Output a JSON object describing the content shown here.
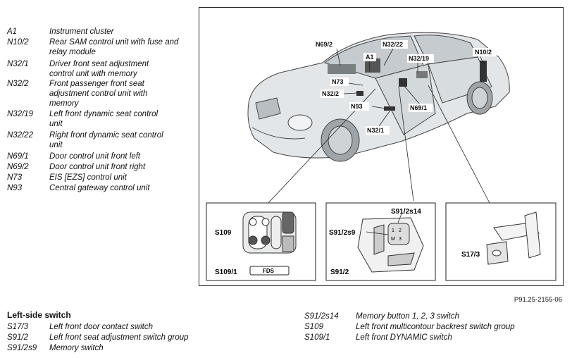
{
  "legend": [
    {
      "code": "A1",
      "desc": "Instrument cluster"
    },
    {
      "code": "N10/2",
      "desc": "Rear SAM control unit with fuse and relay module"
    },
    {
      "code": "N32/1",
      "desc": "Driver front seat adjustment control unit with memory"
    },
    {
      "code": "N32/2",
      "desc": "Front passenger front seat adjustment control unit with memory"
    },
    {
      "code": "N32/19",
      "desc": "Left front dynamic seat control unit"
    },
    {
      "code": "N32/22",
      "desc": "Right front dynamic seat control unit"
    },
    {
      "code": "N69/1",
      "desc": "Door control unit front left"
    },
    {
      "code": "N69/2",
      "desc": "Door control unit front right"
    },
    {
      "code": "N73",
      "desc": "EIS [EZS] control unit"
    },
    {
      "code": "N93",
      "desc": "Central gateway control unit"
    }
  ],
  "diagram": {
    "labels": {
      "n69_2": "N69/2",
      "a1": "A1",
      "n32_22": "N32/22",
      "n32_19": "N32/19",
      "n10_2": "N10/2",
      "n73": "N73",
      "n32_2": "N32/2",
      "n93": "N93",
      "n69_1": "N69/1",
      "n32_1": "N32/1"
    },
    "insets": {
      "s109": "S109",
      "s109_1": "S109/1",
      "fds": "FDS",
      "s91_2s14": "S91/2s14",
      "s91_2s9": "S91/2s9",
      "s91_2": "S91/2",
      "memory_buttons": [
        "1",
        "2",
        "3",
        "M"
      ],
      "s17_3": "S17/3"
    }
  },
  "reference": "P91.25-2155-06",
  "bottom": {
    "title": "Left-side switch",
    "left_rows": [
      {
        "code": "S17/3",
        "desc": "Left front door contact switch"
      },
      {
        "code": "S91/2",
        "desc": "Left front seat adjustment switch group"
      },
      {
        "code": "S91/2s9",
        "desc": "Memory switch"
      }
    ],
    "right_rows": [
      {
        "code": "S91/2s14",
        "desc": "Memory button 1, 2, 3 switch"
      },
      {
        "code": "S109",
        "desc": "Left front multicontour backrest switch group"
      },
      {
        "code": "S109/1",
        "desc": "Left front DYNAMIC switch"
      }
    ]
  }
}
